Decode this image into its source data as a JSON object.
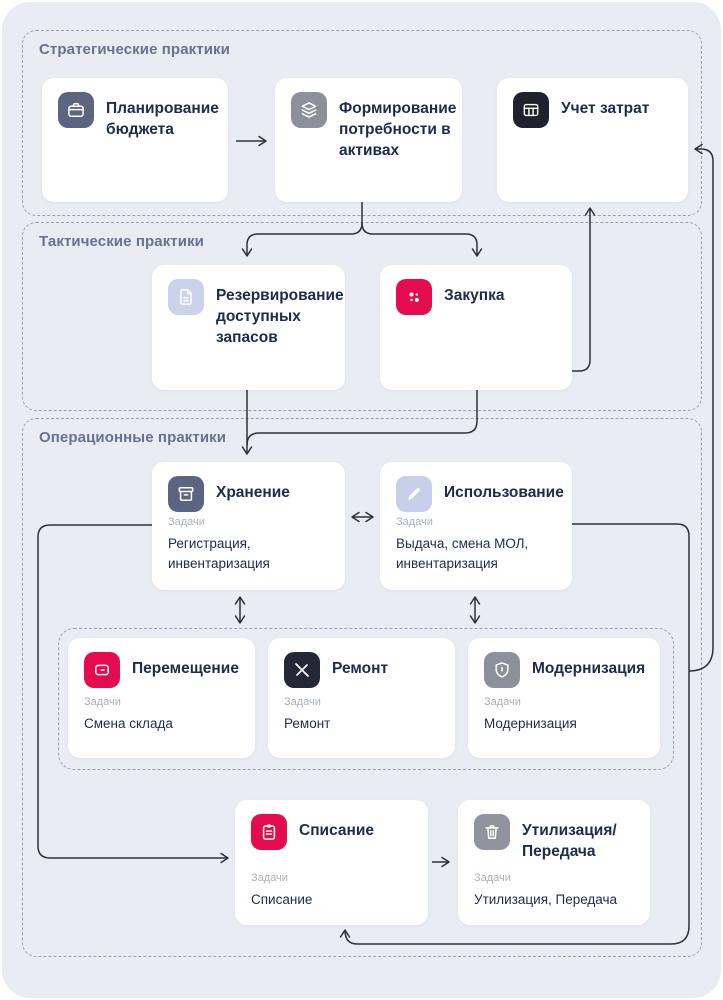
{
  "sections": {
    "strategic": {
      "label": "Стратегические практики"
    },
    "tactical": {
      "label": "Тактические практики"
    },
    "operational": {
      "label": "Операционные практики"
    }
  },
  "tasks_label": "Задачи",
  "cards": {
    "planning": {
      "title": "Планирование бюджета",
      "icon": "briefcase-icon",
      "icon_bg": "#5b6480"
    },
    "demand": {
      "title": "Формирование потребности в активах",
      "icon": "layers-icon",
      "icon_bg": "#8b909b"
    },
    "cost": {
      "title": "Учет затрат",
      "icon": "table-icon",
      "icon_bg": "#1e222c"
    },
    "reserve": {
      "title": "Резервирование доступных запасов",
      "icon": "document-icon",
      "icon_bg": "#cbd3ec"
    },
    "purchase": {
      "title": "Закупка",
      "icon": "grid-dots-icon",
      "icon_bg": "#e50b4f"
    },
    "storage": {
      "title": "Хранение",
      "tasks": "Регистрация, инвентаризация",
      "icon": "archive-icon",
      "icon_bg": "#5b6480"
    },
    "usage": {
      "title": "Использование",
      "tasks": "Выдача, смена МОЛ, инвентаризация",
      "icon": "pencil-icon",
      "icon_bg": "#c7cfe9"
    },
    "move": {
      "title": "Перемещение",
      "tasks": "Смена склада",
      "icon": "box-icon",
      "icon_bg": "#e50b4f"
    },
    "repair": {
      "title": "Ремонт",
      "tasks": "Ремонт",
      "icon": "tools-icon",
      "icon_bg": "#232836"
    },
    "modernization": {
      "title": "Модернизация",
      "tasks": "Модернизация",
      "icon": "shield-icon",
      "icon_bg": "#8b909b"
    },
    "writeoff": {
      "title": "Списание",
      "tasks": "Списание",
      "icon": "clipboard-icon",
      "icon_bg": "#e50b4f"
    },
    "disposal": {
      "title": "Утилизация/Передача",
      "tasks": "Утилизация, Передача",
      "icon": "trash-icon",
      "icon_bg": "#8f949e"
    }
  },
  "colors": {
    "canvas_bg": "#e9ecf3",
    "card_bg": "#ffffff",
    "title_text": "#1d2b4d",
    "section_label_text": "#68718f",
    "tasks_label_text": "#a9b0c0",
    "dashed_border": "#99a1b0",
    "connector": "#2c313c",
    "accent_pink": "#e50b4f"
  }
}
